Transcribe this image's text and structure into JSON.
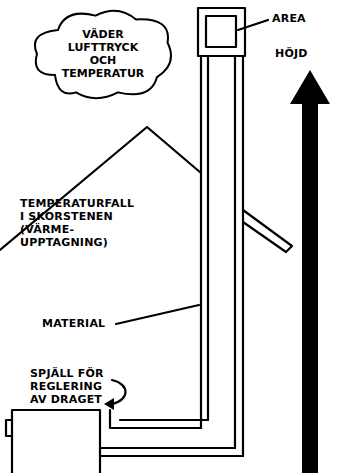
{
  "diagram": {
    "nodes": [
      {
        "text": [
          "VÄDER LUFTTRYCK OCH TEMPERATUR"
        ]
      }
    ],
    "labels": [
      "AREA",
      "HÖJD",
      "TEMPERATURFALL I SKORSTENEN (VÄRME- UPPTAGNING)",
      "MATERIAL",
      "SPJÄLL FÖR REGLERING AV DRAGET"
    ]
  }
}
